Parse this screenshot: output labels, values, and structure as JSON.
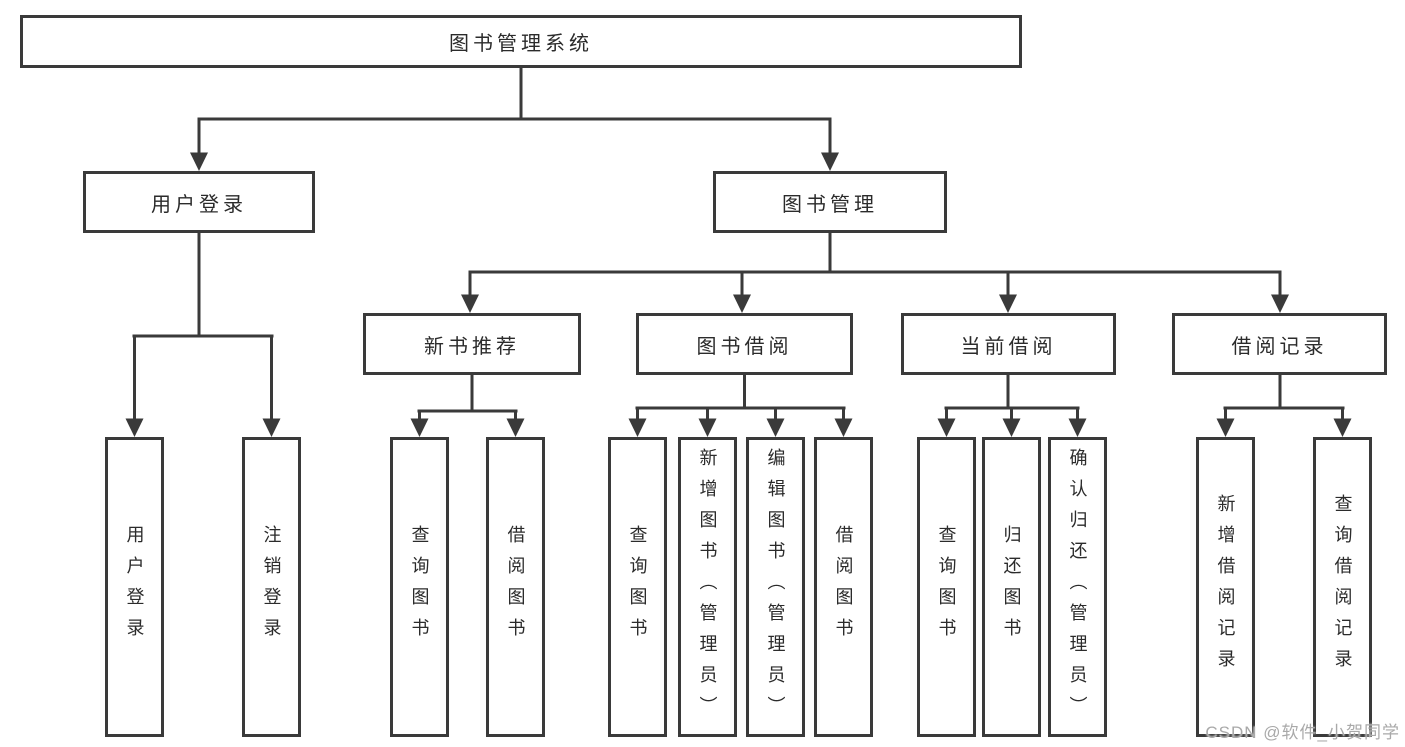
{
  "tree": {
    "root": "图书管理系统",
    "children": [
      {
        "label": "用户登录",
        "children": [
          "用户登录",
          "注销登录"
        ]
      },
      {
        "label": "图书管理",
        "children": [
          {
            "label": "新书推荐",
            "children": [
              "查询图书",
              "借阅图书"
            ]
          },
          {
            "label": "图书借阅",
            "children": [
              "查询图书",
              "新增图书（管理员）",
              "编辑图书（管理员）",
              "借阅图书"
            ]
          },
          {
            "label": "当前借阅",
            "children": [
              "查询图书",
              "归还图书",
              "确认归还（管理员）"
            ]
          },
          {
            "label": "借阅记录",
            "children": [
              "新增借阅记录",
              "查询借阅记录"
            ]
          }
        ]
      }
    ]
  },
  "watermark": "CSDN @软件_小贺同学",
  "colors": {
    "line": "#3a3a3a",
    "box_border": "#3a3a3a",
    "box_fill": "#ffffff",
    "text": "#2b2b2b",
    "watermark": "#a9a9a9",
    "background": "#ffffff"
  }
}
